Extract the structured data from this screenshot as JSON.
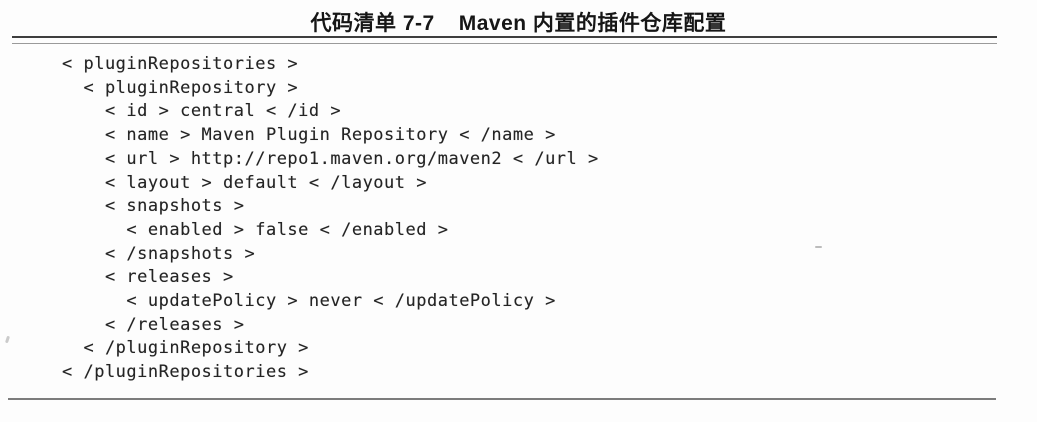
{
  "listing": {
    "label": "代码清单 7-7",
    "caption": "Maven 内置的插件仓库配置",
    "language": "xml",
    "code_lines": [
      "< pluginRepositories >",
      "  < pluginRepository >",
      "    < id > central < /id >",
      "    < name > Maven Plugin Repository < /name >",
      "    < url > http://repo1.maven.org/maven2 < /url >",
      "    < layout > default < /layout >",
      "    < snapshots >",
      "      < enabled > false < /enabled >",
      "    < /snapshots >",
      "    < releases >",
      "      < updatePolicy > never < /updatePolicy >",
      "    < /releases >",
      "  < /pluginRepository >",
      "< /pluginRepositories >"
    ]
  },
  "colors": {
    "page_background": "#fdfdfd",
    "title_text": "#161616",
    "code_text": "#242424",
    "rule_dark": "#3e3e3e",
    "rule_light": "#9a9a9a",
    "rule_bottom": "#6e6e6e"
  }
}
